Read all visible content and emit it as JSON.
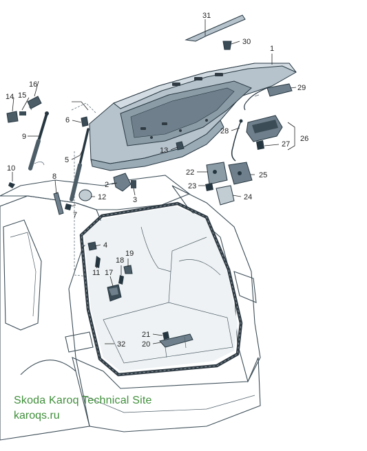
{
  "diagram": {
    "callouts": [
      "1",
      "2",
      "3",
      "4",
      "5",
      "6",
      "7",
      "8",
      "9",
      "10",
      "11",
      "12",
      "13",
      "14",
      "15",
      "16",
      "17",
      "18",
      "19",
      "20",
      "21",
      "22",
      "23",
      "24",
      "25",
      "26",
      "27",
      "28",
      "29",
      "30",
      "31",
      "32"
    ]
  },
  "watermark": {
    "title": "Skoda Karoq Technical Site",
    "url": "karoqs.ru"
  },
  "colors": {
    "body_fill": "#e6ecf0",
    "body_shadow": "#c9d3da",
    "tailgate_fill": "#aebcc6",
    "tailgate_dark": "#7d8e9a",
    "seal": "#2f3a42",
    "line": "#3b4c56",
    "watermark": "#3f8f3a"
  }
}
